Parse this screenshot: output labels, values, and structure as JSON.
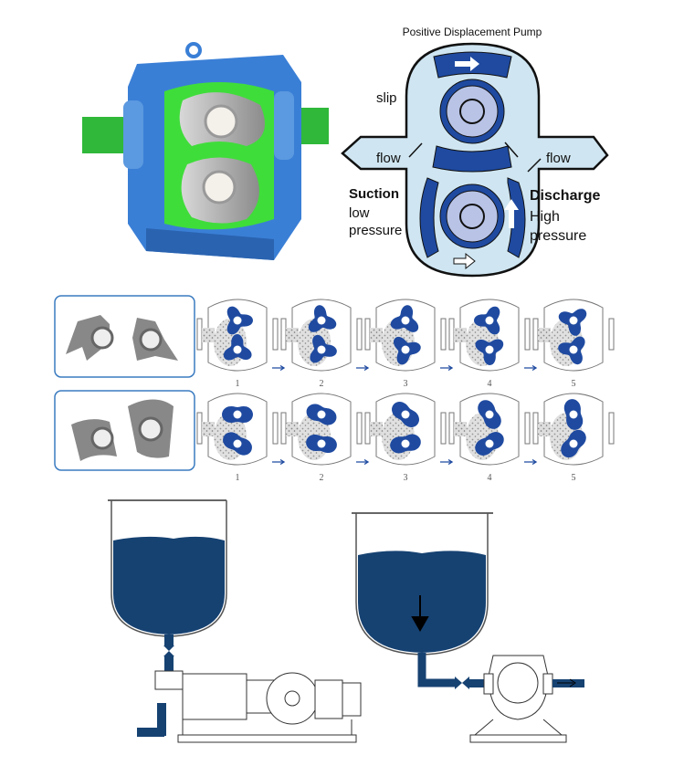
{
  "diagram": {
    "title": "Positive Displacement Pump",
    "labels": {
      "slip": "slip",
      "flow_in": "flow",
      "flow_out": "flow",
      "suction": "Suction",
      "suction_sub1": "low",
      "suction_sub2": "pressure",
      "discharge": "Discharge",
      "discharge_sub1": "High",
      "discharge_sub2": "pressure"
    }
  },
  "sequence": {
    "tri_lobe_steps": [
      "1",
      "2",
      "3",
      "4",
      "5"
    ],
    "bi_wing_steps": [
      "1",
      "2",
      "3",
      "4",
      "5"
    ]
  },
  "colors": {
    "lobe_blue": "#1f4aa0",
    "pump_blue": "#3a7fd6",
    "pipe_green": "#2fb83a",
    "liquid_navy": "#164272",
    "diagram_light": "#cfe6f2",
    "box_border": "#3a7bc0"
  }
}
